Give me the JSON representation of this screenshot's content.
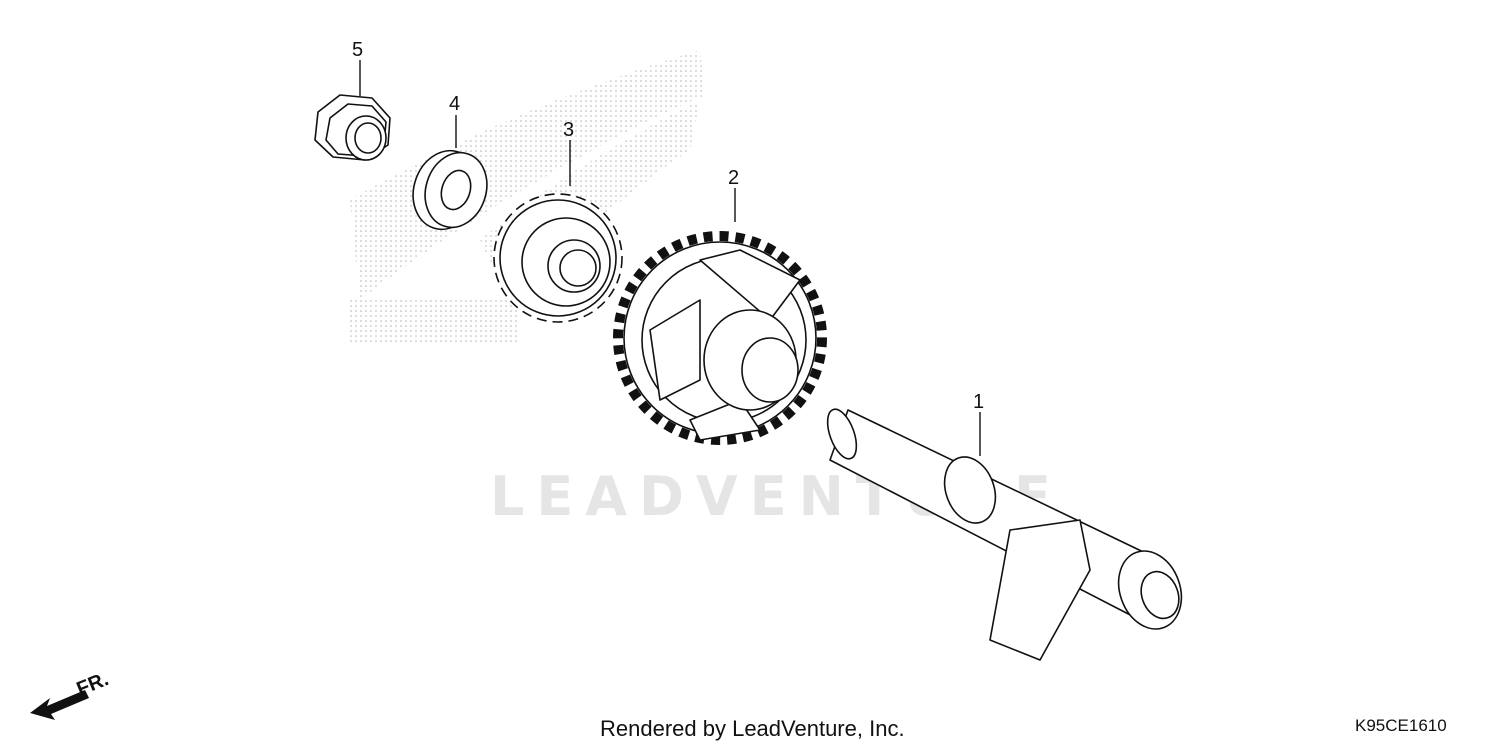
{
  "callouts": {
    "part1": "1",
    "part2": "2",
    "part3": "3",
    "part4": "4",
    "part5": "5"
  },
  "orientation_label": "FR.",
  "watermark_text": "LEADVENTURE",
  "footer_credit": "Rendered by LeadVenture, Inc.",
  "diagram_code": "K95CE1610"
}
